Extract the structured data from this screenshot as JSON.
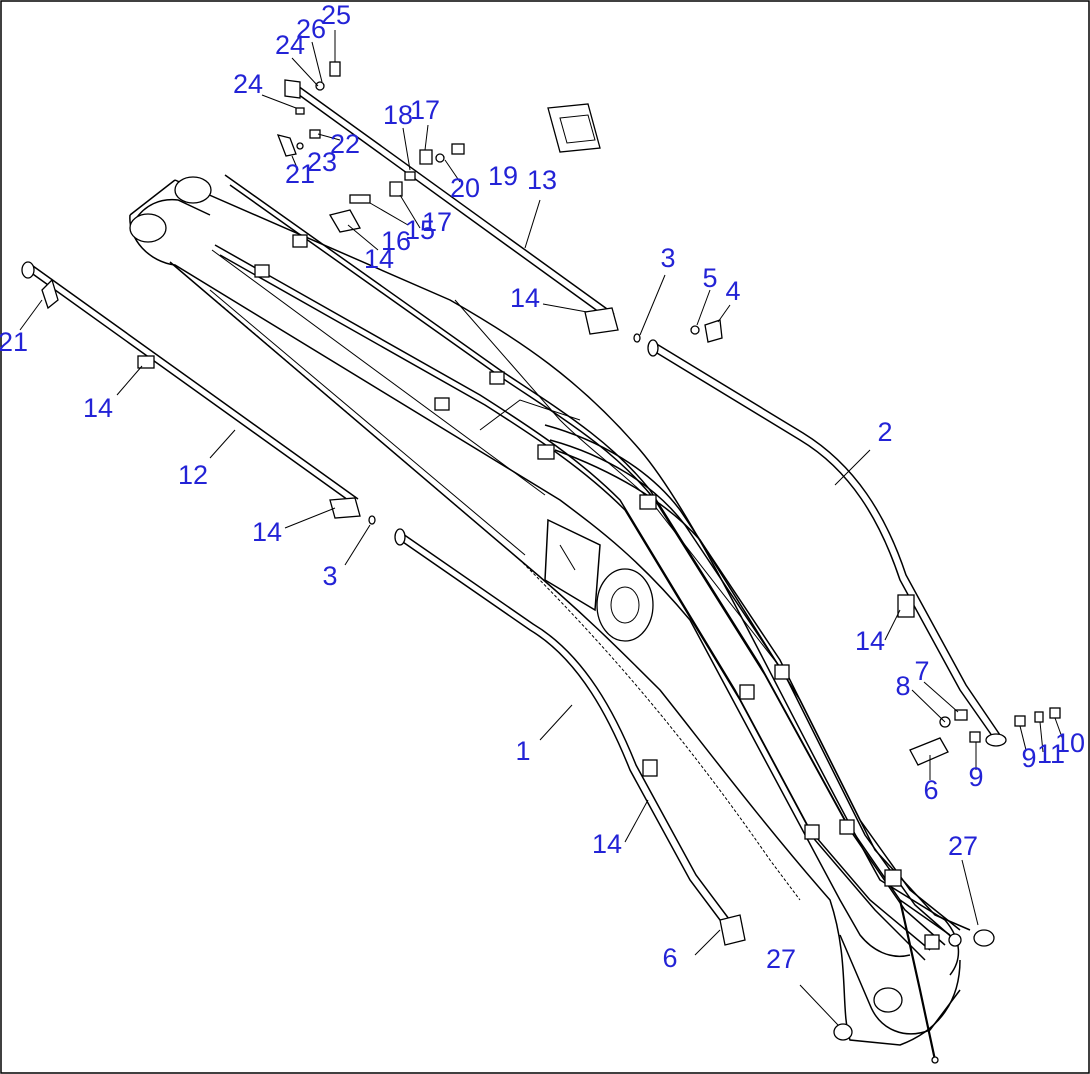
{
  "figure": {
    "callouts": [
      {
        "id": "c25",
        "text": "25"
      },
      {
        "id": "c26",
        "text": "26"
      },
      {
        "id": "c24a",
        "text": "24"
      },
      {
        "id": "c24b",
        "text": "24"
      },
      {
        "id": "c18",
        "text": "18"
      },
      {
        "id": "c17a",
        "text": "17"
      },
      {
        "id": "c22",
        "text": "22"
      },
      {
        "id": "c23",
        "text": "23"
      },
      {
        "id": "c21a",
        "text": "21"
      },
      {
        "id": "c20",
        "text": "20"
      },
      {
        "id": "c19",
        "text": "19"
      },
      {
        "id": "c13",
        "text": "13"
      },
      {
        "id": "c15",
        "text": "15"
      },
      {
        "id": "c17b",
        "text": "17"
      },
      {
        "id": "c16",
        "text": "16"
      },
      {
        "id": "c14a",
        "text": "14"
      },
      {
        "id": "c3a",
        "text": "3"
      },
      {
        "id": "c5",
        "text": "5"
      },
      {
        "id": "c4",
        "text": "4"
      },
      {
        "id": "c14b",
        "text": "14"
      },
      {
        "id": "c21b",
        "text": "21"
      },
      {
        "id": "c14c",
        "text": "14"
      },
      {
        "id": "c12",
        "text": "12"
      },
      {
        "id": "c2",
        "text": "2"
      },
      {
        "id": "c14d",
        "text": "14"
      },
      {
        "id": "c3b",
        "text": "3"
      },
      {
        "id": "c14e",
        "text": "14"
      },
      {
        "id": "c8",
        "text": "8"
      },
      {
        "id": "c7",
        "text": "7"
      },
      {
        "id": "c1",
        "text": "1"
      },
      {
        "id": "c6a",
        "text": "6"
      },
      {
        "id": "c9a",
        "text": "9"
      },
      {
        "id": "c9b",
        "text": "9"
      },
      {
        "id": "c11",
        "text": "11"
      },
      {
        "id": "c10",
        "text": "10"
      },
      {
        "id": "c14f",
        "text": "14"
      },
      {
        "id": "c27a",
        "text": "27"
      },
      {
        "id": "c6b",
        "text": "6"
      },
      {
        "id": "c27b",
        "text": "27"
      }
    ]
  }
}
